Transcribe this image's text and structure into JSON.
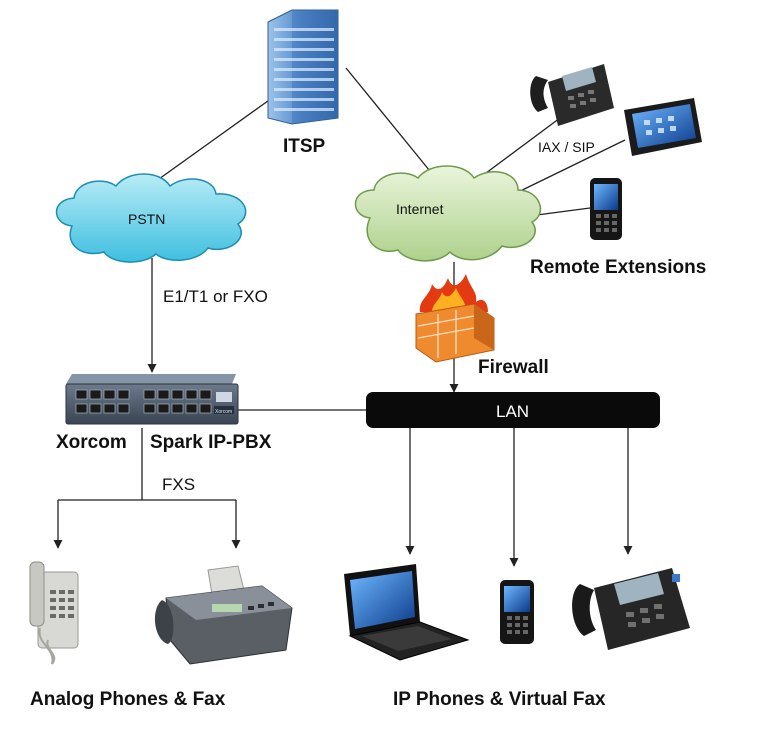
{
  "labels": {
    "itsp": "ITSP",
    "pstn": "PSTN",
    "internet": "Internet",
    "iax_sip": "IAX / SIP",
    "remote_extensions": "Remote Extensions",
    "e1_t1_fxo": "E1/T1 or FXO",
    "firewall": "Firewall",
    "lan": "LAN",
    "pbx_brand": "Xorcom",
    "pbx_model": "Spark IP-PBX",
    "pbx_badge": "Xorcom",
    "fxs": "FXS",
    "analog_group": "Analog Phones & Fax",
    "ip_group": "IP Phones & Virtual Fax"
  },
  "icons": {
    "itsp": "building-icon",
    "pstn": "cloud-icon",
    "internet": "cloud-icon",
    "remote_desk_phone": "ip-desk-phone-icon",
    "remote_tablet": "tablet-icon",
    "remote_mobile": "mobile-phone-icon",
    "firewall": "firewall-icon",
    "pbx": "ip-pbx-appliance-icon",
    "analog_phone": "analog-phone-icon",
    "fax": "fax-machine-icon",
    "laptop": "laptop-icon",
    "ip_mobile": "mobile-phone-icon",
    "ip_desk_phone": "ip-desk-phone-icon"
  },
  "colors": {
    "pstn_cloud": "#7fd8ec",
    "internet_cloud": "#cfe6b4",
    "lan_bar": "#0a0a0a",
    "firewall_brick": "#f08a2e",
    "building": "#4f86c9"
  }
}
